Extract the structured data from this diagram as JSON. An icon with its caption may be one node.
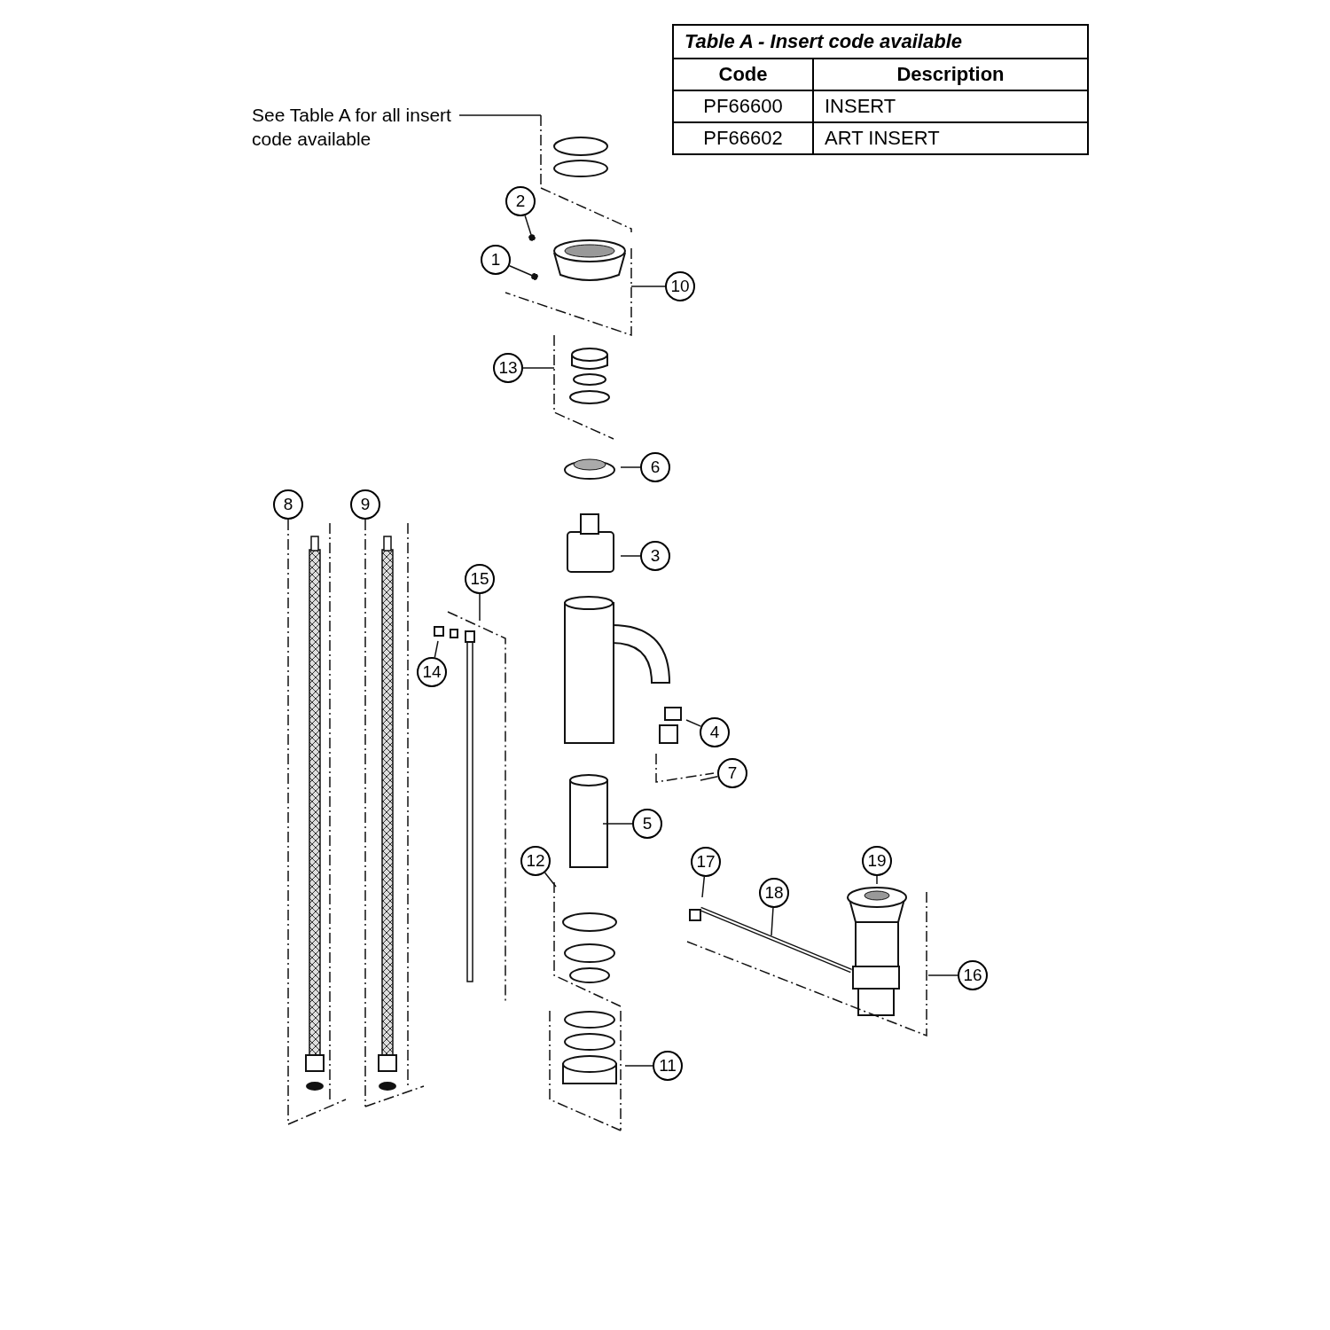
{
  "diagram": {
    "nodes": [
      {
        "text": [
          "See Table A for all insert code available"
        ]
      },
      {
        "text": [
          "2"
        ]
      },
      {
        "text": [
          "1"
        ]
      },
      {
        "text": [
          "10"
        ]
      },
      {
        "text": [
          "13"
        ]
      },
      {
        "text": [
          "6"
        ]
      },
      {
        "text": [
          "8"
        ]
      },
      {
        "text": [
          "9"
        ]
      },
      {
        "text": [
          "3"
        ]
      },
      {
        "text": [
          "15"
        ]
      },
      {
        "text": [
          "14"
        ]
      },
      {
        "text": [
          "4"
        ]
      },
      {
        "text": [
          "7"
        ]
      },
      {
        "text": [
          "5"
        ]
      },
      {
        "text": [
          "12"
        ]
      },
      {
        "text": [
          "17"
        ]
      },
      {
        "text": [
          "18"
        ]
      },
      {
        "text": [
          "19"
        ]
      },
      {
        "text": [
          "16"
        ]
      },
      {
        "text": [
          "11"
        ]
      }
    ],
    "edges": [
      {
        "from": 0,
        "to": null,
        "arrow": "none"
      },
      {
        "from": 1,
        "to": null,
        "arrow": "other"
      },
      {
        "from": 2,
        "to": null,
        "arrow": "other"
      },
      {
        "from": 3,
        "to": null,
        "arrow": "none"
      },
      {
        "from": 4,
        "to": null,
        "arrow": "none"
      },
      {
        "from": 5,
        "to": null,
        "arrow": "none"
      },
      {
        "from": 6,
        "to": null,
        "arrow": "none",
        "style": "dashed"
      },
      {
        "from": 7,
        "to": null,
        "arrow": "none",
        "style": "dashed"
      },
      {
        "from": 8,
        "to": null,
        "arrow": "none"
      },
      {
        "from": 9,
        "to": null,
        "arrow": "none"
      },
      {
        "from": 10,
        "to": null,
        "arrow": "none"
      },
      {
        "from": 11,
        "to": null,
        "arrow": "none"
      },
      {
        "from": 12,
        "to": null,
        "arrow": "none"
      },
      {
        "from": 13,
        "to": null,
        "arrow": "none"
      },
      {
        "from": 14,
        "to": null,
        "arrow": "none"
      },
      {
        "from": 15,
        "to": null,
        "arrow": "none"
      },
      {
        "from": 16,
        "to": null,
        "arrow": "none"
      },
      {
        "from": 17,
        "to": null,
        "arrow": "none"
      },
      {
        "from": 18,
        "to": null,
        "arrow": "none"
      },
      {
        "from": 19,
        "to": null,
        "arrow": "none"
      }
    ],
    "labels": [
      "Table A - Insert code available",
      "Code",
      "Description",
      "PF66600",
      "INSERT",
      "PF66602",
      "ART INSERT"
    ]
  }
}
